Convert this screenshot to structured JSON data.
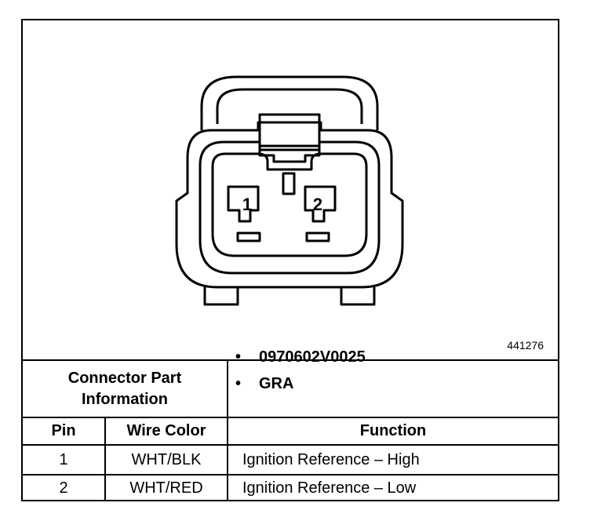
{
  "figure_id": "441276",
  "connector": {
    "pin_labels": [
      "1",
      "2"
    ]
  },
  "info": {
    "header_line1": "Connector Part",
    "header_line2": "Information",
    "bullet_char": "•",
    "items": [
      "0970602V0025",
      "GRA"
    ]
  },
  "table": {
    "headers": {
      "pin": "Pin",
      "wire_color": "Wire Color",
      "function": "Function"
    },
    "rows": [
      {
        "pin": "1",
        "wire_color": "WHT/BLK",
        "function": "Ignition Reference – High"
      },
      {
        "pin": "2",
        "wire_color": "WHT/RED",
        "function": "Ignition Reference – Low"
      }
    ]
  }
}
